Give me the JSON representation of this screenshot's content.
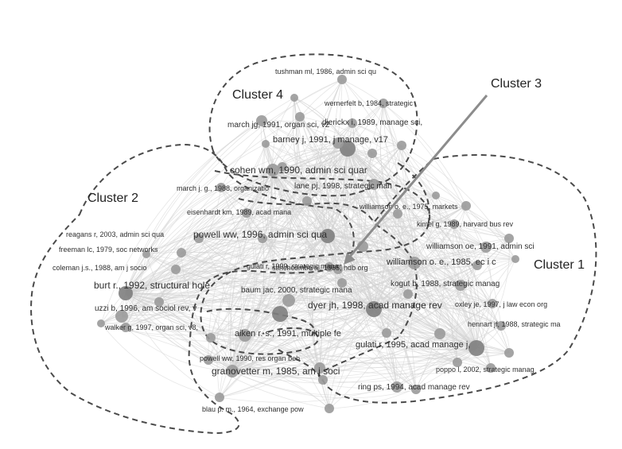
{
  "colors": {
    "background": "#ffffff",
    "edge": "#d2d2d2",
    "node": "#9a9a9a",
    "node_dark": "#7e7e7e",
    "boundary": "#4a4a4a",
    "arrow": "#8c8c8c",
    "label": "#2f2f2f"
  },
  "clusters": [
    {
      "id": "c1",
      "label": "Cluster 1"
    },
    {
      "id": "c2",
      "label": "Cluster 2"
    },
    {
      "id": "c3",
      "label": "Cluster 3"
    },
    {
      "id": "c4",
      "label": "Cluster 4"
    }
  ],
  "nodes": [
    {
      "label": "tushman ml, 1986, admin sci qu"
    },
    {
      "label": "wernerfelt b, 1984, strategic"
    },
    {
      "label": "march jg, 1991, organ sci, v2"
    },
    {
      "label": "dierickx i, 1989, manage sci,"
    },
    {
      "label": "barney j, 1991, j manage, v17"
    },
    {
      "label": "cohen wm, 1990, admin sci quar"
    },
    {
      "label": "march j. g., 1988, organizatio"
    },
    {
      "label": "lane pj, 1998, strategic man"
    },
    {
      "label": "eisenhardt km, 1989, acad mana"
    },
    {
      "label": "williamson o. e., 1975, markets"
    },
    {
      "label": "reagans r, 2003, admin sci qua"
    },
    {
      "label": "powell ww, 1996, admin sci qua"
    },
    {
      "label": "kimel g, 1989, harvard bus rev"
    },
    {
      "label": "freeman lc, 1979, soc networks"
    },
    {
      "label": "williamson oe, 1991, admin sci"
    },
    {
      "label": "stinchcombe al, 1965, hdb org"
    },
    {
      "label": "coleman j.s., 1988, am j socio"
    },
    {
      "label": "gulati r, 1999, strategic mana"
    },
    {
      "label": "williamson o. e., 1985, ec i c"
    },
    {
      "label": "burt r., 1992, structural hole"
    },
    {
      "label": "kogut b, 1988, strategic manag"
    },
    {
      "label": "baum jac, 2000, strategic mana"
    },
    {
      "label": "uzzi b, 1996, am sociol rev, v"
    },
    {
      "label": "dyer jh, 1998, acad manage rev"
    },
    {
      "label": "oxley je, 1997, j law econ org"
    },
    {
      "label": "walker g, 1997, organ sci, v8,"
    },
    {
      "label": "hennart jf, 1988, strategic ma"
    },
    {
      "label": "aiken r. s., 1991, multiple fe"
    },
    {
      "label": "gulati r, 1995, acad manage j,"
    },
    {
      "label": "powell ww, 1990, res organ beh"
    },
    {
      "label": "granovetter m, 1985, am j soci"
    },
    {
      "label": "poppo l, 2002, strategic manag"
    },
    {
      "label": "ring ps, 1994, acad manage rev"
    },
    {
      "label": "blau p. m., 1964, exchange pow"
    }
  ]
}
